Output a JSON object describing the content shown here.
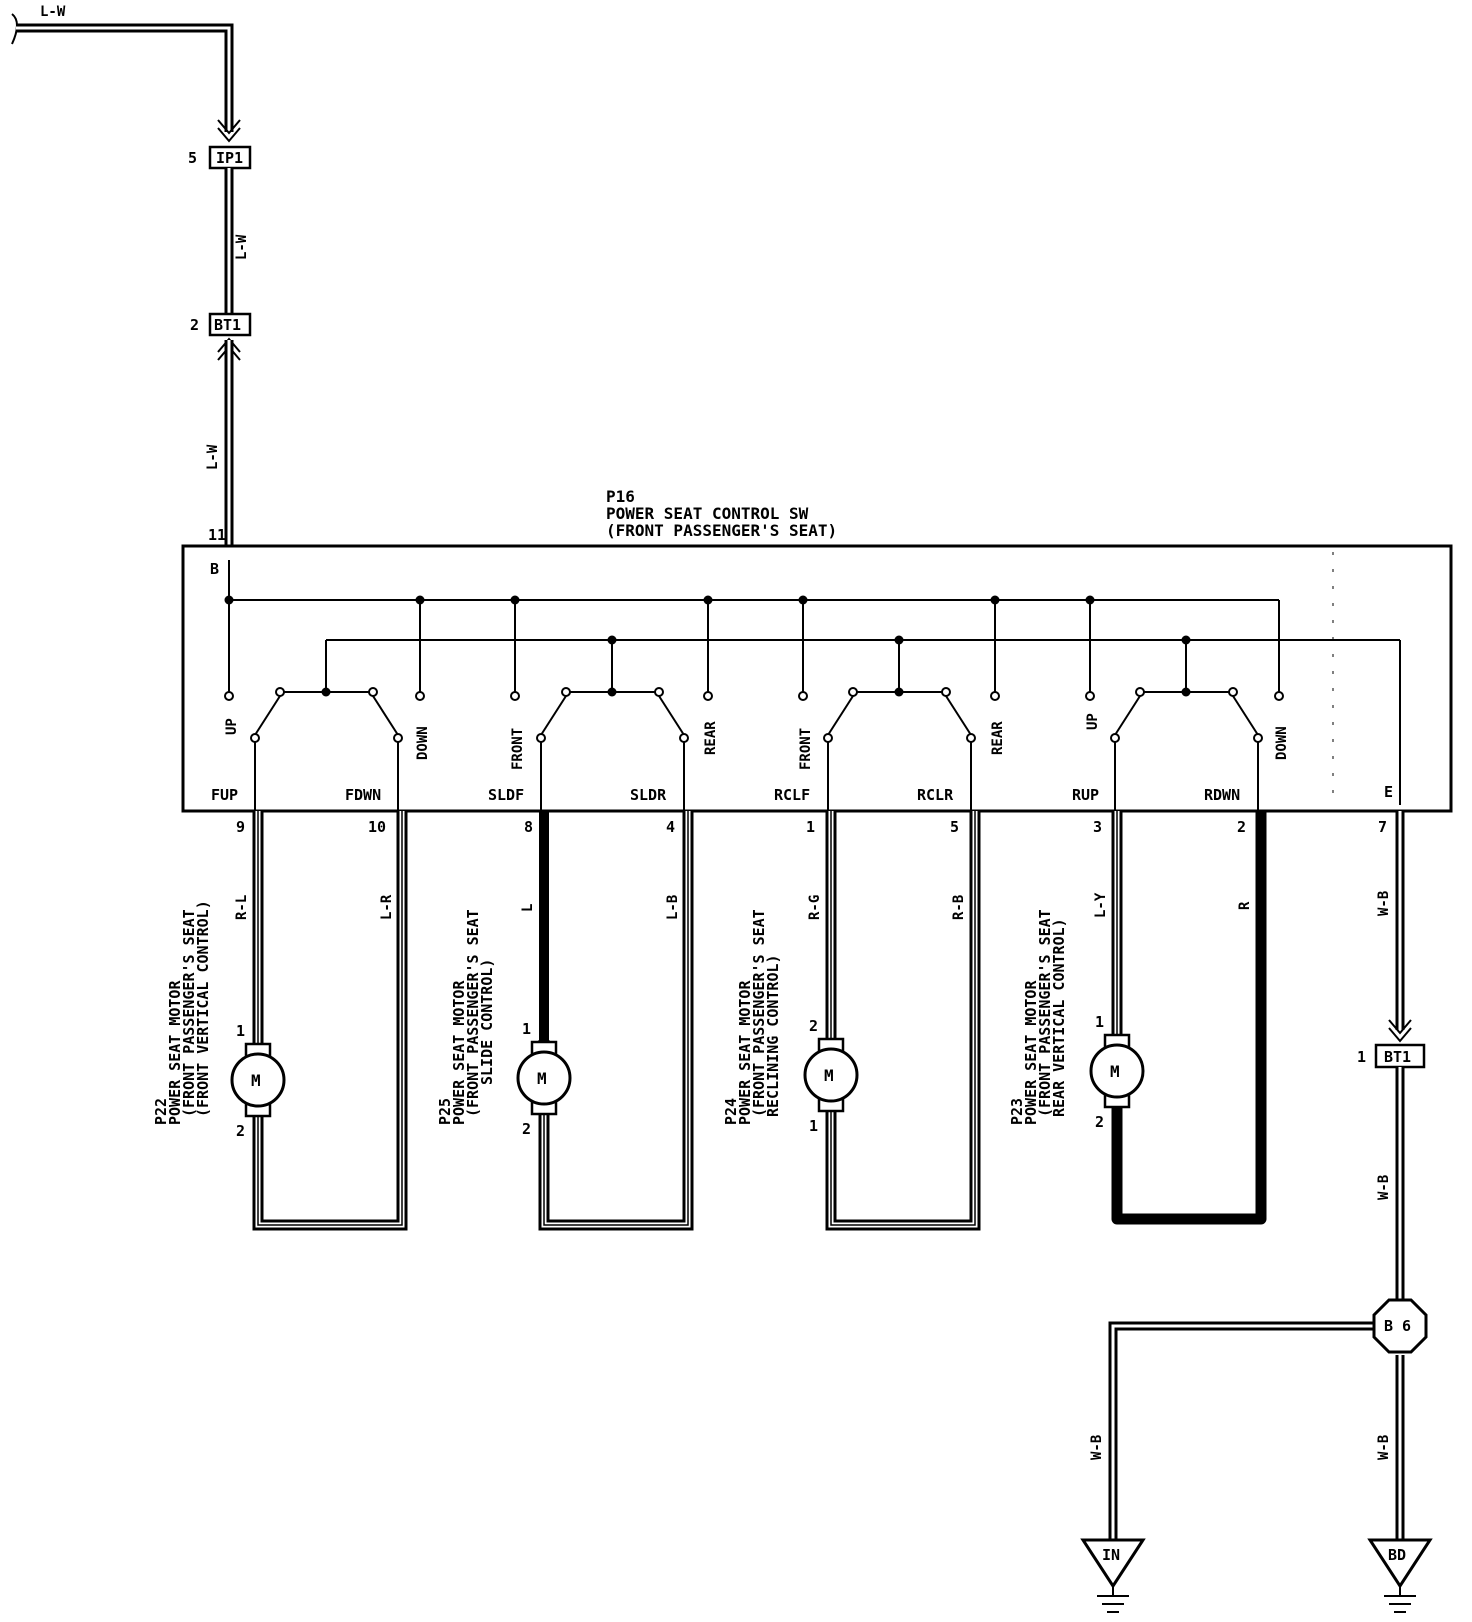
{
  "top_wire": {
    "color": "L-W"
  },
  "connectors": {
    "ip1": {
      "pin": "5",
      "name": "IP1"
    },
    "bt1_top": {
      "pin": "2",
      "name": "BT1"
    },
    "bt1_bottom": {
      "pin": "1",
      "name": "BT1"
    },
    "b6": {
      "name": "B 6"
    }
  },
  "wires": {
    "ip1_bt1": "L-W",
    "bt1_switch": "L-W",
    "switch_e": "W-B",
    "bt1_b6": "W-B",
    "b6_in": "W-B",
    "b6_bd": "W-B"
  },
  "switch": {
    "id": "P16",
    "name": "POWER SEAT CONTROL SW",
    "sub": "(FRONT PASSENGER'S SEAT)",
    "b_pin": "11",
    "b_label": "B",
    "e_label": "E",
    "e_pin": "7",
    "contacts": [
      "UP",
      "DOWN",
      "FRONT",
      "REAR",
      "FRONT",
      "REAR",
      "UP",
      "DOWN"
    ],
    "terminals": [
      "FUP",
      "FDWN",
      "SLDF",
      "SLDR",
      "RCLF",
      "RCLR",
      "RUP",
      "RDWN"
    ]
  },
  "motors": [
    {
      "id": "P22",
      "line1": "POWER SEAT MOTOR",
      "line2": "(FRONT PASSENGER'S SEAT",
      "line3": "(FRONT VERTICAL CONTROL)",
      "sw_pin_left": "9",
      "sw_pin_right": "10",
      "wire_left": "R-L",
      "wire_right": "L-R",
      "motor_pin_top": "1",
      "motor_pin_bottom": "2",
      "symbol": "M"
    },
    {
      "id": "P25",
      "line1": "POWER SEAT MOTOR",
      "line2": "(FRONT PASSENGER'S SEAT",
      "line3": "SLIDE CONTROL)",
      "sw_pin_left": "8",
      "sw_pin_right": "4",
      "wire_left": "L",
      "wire_right": "L-B",
      "motor_pin_top": "1",
      "motor_pin_bottom": "2",
      "symbol": "M"
    },
    {
      "id": "P24",
      "line1": "POWER SEAT MOTOR",
      "line2": "(FRONT PASSENGER'S SEAT",
      "line3": "RECLINING CONTROL)",
      "sw_pin_left": "1",
      "sw_pin_right": "5",
      "wire_left": "R-G",
      "wire_right": "R-B",
      "motor_pin_top": "2",
      "motor_pin_bottom": "1",
      "symbol": "M"
    },
    {
      "id": "P23",
      "line1": "POWER SEAT MOTOR",
      "line2": "(FRONT PASSENGER'S SEAT",
      "line3": "REAR VERTICAL CONTROL)",
      "sw_pin_left": "3",
      "sw_pin_right": "2",
      "wire_left": "L-Y",
      "wire_right": "R",
      "motor_pin_top": "1",
      "motor_pin_bottom": "2",
      "symbol": "M"
    }
  ],
  "grounds": [
    {
      "name": "IN"
    },
    {
      "name": "BD"
    }
  ]
}
